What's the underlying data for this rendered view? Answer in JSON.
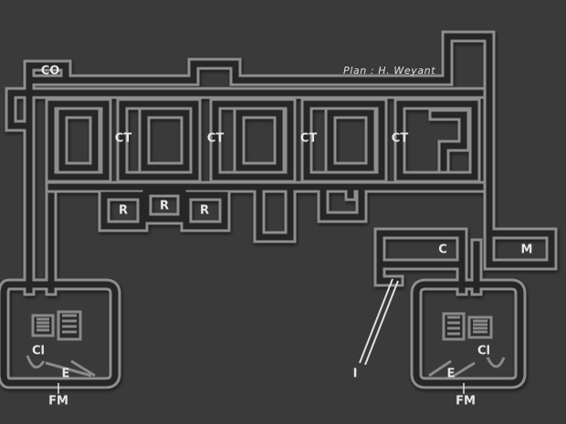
{
  "credit": "Plan : H. Weyant",
  "labels": {
    "co": "CO",
    "ct": [
      "CT",
      "CT",
      "CT",
      "CT"
    ],
    "r": [
      "R",
      "R",
      "R"
    ],
    "c": "C",
    "m": "M",
    "cl_left": "Cl",
    "cl_right": "Cl",
    "e_left": "E",
    "e_right": "E",
    "fm_left": "FM",
    "fm_right": "FM",
    "i": "I"
  },
  "colors": {
    "background": "#3a3a3a",
    "wall": "#8e8e8e",
    "corridor": "#2b2b2b",
    "room_fill": "#333333",
    "text": "#e6e6e6"
  }
}
